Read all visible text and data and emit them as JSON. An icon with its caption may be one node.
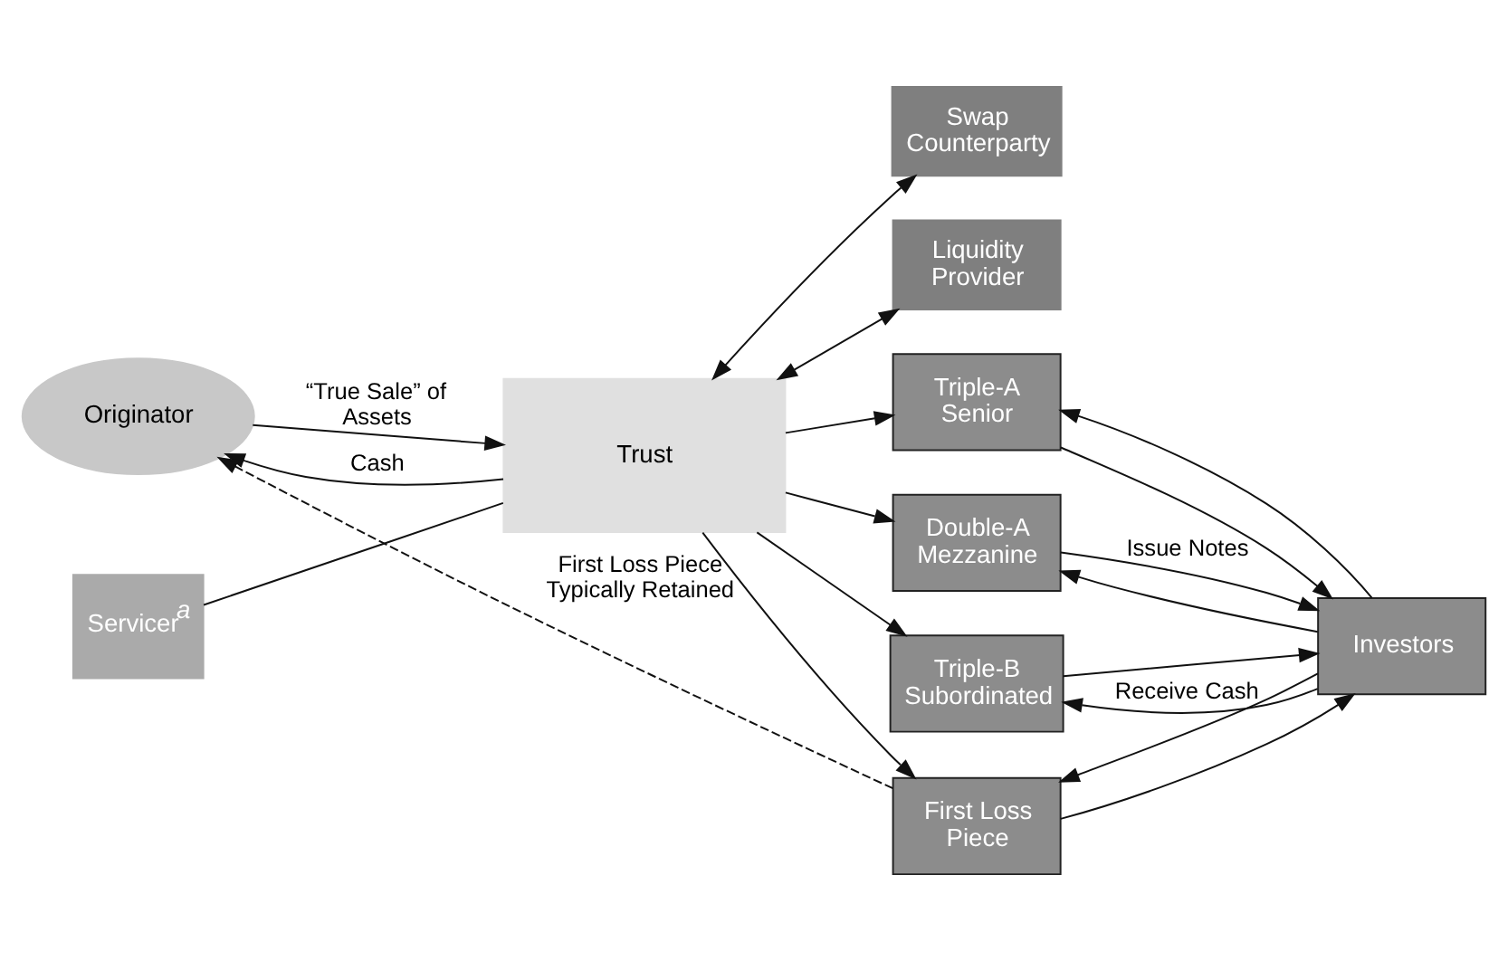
{
  "diagram": {
    "nodes": [
      {
        "text": [
          "Originator"
        ]
      },
      {
        "text": [
          "Servicer$^{a}$"
        ]
      },
      {
        "text": [
          "Trust"
        ]
      },
      {
        "text": [
          "Swap Counterparty"
        ]
      },
      {
        "text": [
          "Liquidity Provider"
        ]
      },
      {
        "text": [
          "Triple-A Senior"
        ]
      },
      {
        "text": [
          "Double-A Mezzanine"
        ]
      },
      {
        "text": [
          "Triple-B Subordinated"
        ]
      },
      {
        "text": [
          "First Loss Piece"
        ]
      },
      {
        "text": [
          "Investors"
        ]
      }
    ],
    "edges": [
      {
        "from": 0,
        "to": 2,
        "arrow": "to",
        "label": "“True Sale” of Assets"
      },
      {
        "from": 2,
        "to": 0,
        "arrow": "to",
        "label": "Cash"
      },
      {
        "from": 1,
        "to": 2,
        "arrow": "none"
      },
      {
        "from": 2,
        "to": 3,
        "arrow": "both"
      },
      {
        "from": 2,
        "to": 4,
        "arrow": "both"
      },
      {
        "from": 2,
        "to": 5,
        "arrow": "to"
      },
      {
        "from": 2,
        "to": 6,
        "arrow": "to"
      },
      {
        "from": 2,
        "to": 7,
        "arrow": "to"
      },
      {
        "from": 2,
        "to": 8,
        "arrow": "to"
      },
      {
        "from": 5,
        "to": 9,
        "arrow": "to"
      },
      {
        "from": 6,
        "to": 9,
        "arrow": "to",
        "label": "Issue Notes"
      },
      {
        "from": 7,
        "to": 9,
        "arrow": "to"
      },
      {
        "from": 8,
        "to": 9,
        "arrow": "to"
      },
      {
        "from": 9,
        "to": 5,
        "arrow": "to"
      },
      {
        "from": 9,
        "to": 6,
        "arrow": "to"
      },
      {
        "from": 9,
        "to": 7,
        "arrow": "to",
        "label": "Receive Cash"
      },
      {
        "from": 9,
        "to": 8,
        "arrow": "to"
      },
      {
        "from": 8,
        "to": 0,
        "arrow": "to",
        "style": "dashed",
        "label": "First Loss Piece Typically Retained"
      }
    ]
  }
}
